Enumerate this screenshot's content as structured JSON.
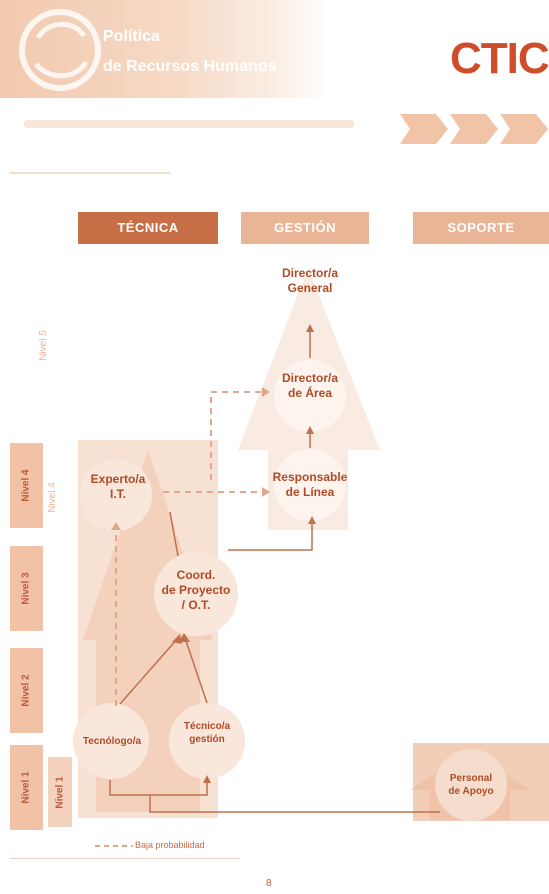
{
  "header": {
    "doc_title_line1": "Política",
    "doc_title_line2": "de Recursos Humanos",
    "brand": "CTIC"
  },
  "columns": [
    "TÉCNICA",
    "GESTIÓN",
    "SOPORTE"
  ],
  "levels": {
    "left": [
      "Nivel 4",
      "Nivel 3",
      "Nivel 2",
      "Nivel 1"
    ],
    "right": [
      "Nivel 5",
      "Nivel 4",
      "Nivel 1"
    ]
  },
  "nodes": {
    "director_general": "Director/a\nGeneral",
    "director_area": "Director/a\nde Área",
    "responsable_linea": "Responsable\nde Línea",
    "experto_it": "Experto/a\nI.T.",
    "coord_proyecto": "Coord.\nde Proyecto\n/ O.T.",
    "tecnologo": "Tecnólogo/a",
    "tecnico_gestion": "Técnico/a\ngestión",
    "personal_apoyo": "Personal\nde Apoyo"
  },
  "legend": "Baja probabilidad",
  "page_number": "8",
  "colors": {
    "brand": "#cf4d2b",
    "col_tecnica": "#c96f47",
    "col_gestion": "#eab597",
    "col_soporte": "#eab597",
    "node_text": "#b04a26",
    "arrow_solid": "#c0704c",
    "arrow_dashed": "#e0a88a"
  }
}
